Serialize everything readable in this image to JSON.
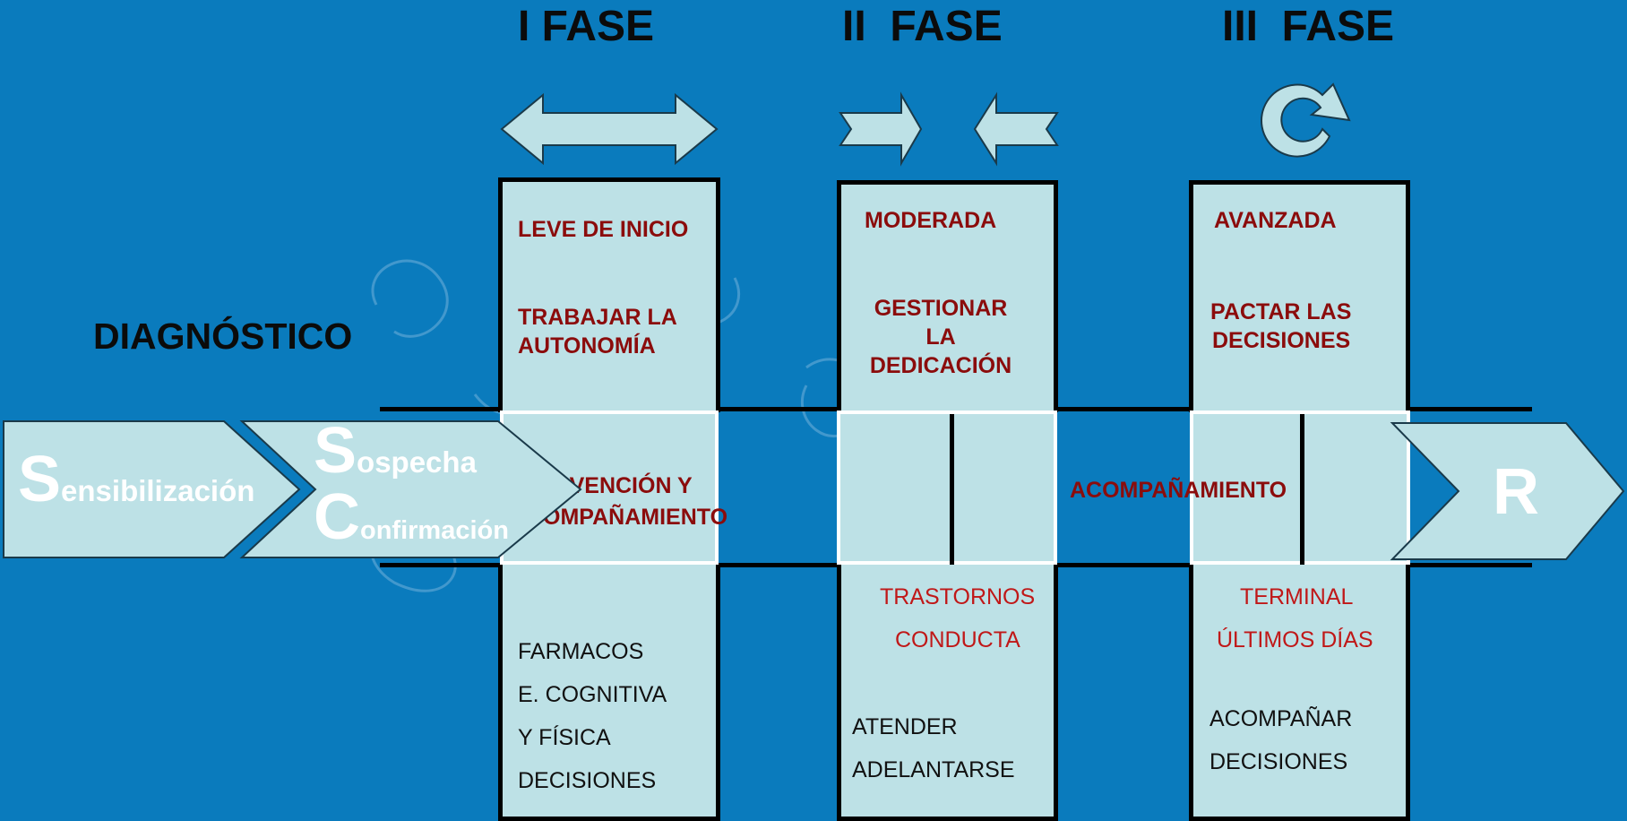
{
  "phases": [
    {
      "title": "I FASE"
    },
    {
      "title": "II  FASE"
    },
    {
      "title": "III  FASE"
    }
  ],
  "diagnostico": "DIAGNÓSTICO",
  "stages": {
    "sensibilizacion": {
      "initial": "S",
      "rest": "ensibilización"
    },
    "sospecha": {
      "initial": "S",
      "rest": "ospecha"
    },
    "confirmacion": {
      "initial": "C",
      "rest": "onfirmación"
    },
    "final": "R"
  },
  "columns": {
    "leve": {
      "level": "LEVE DE INICIO",
      "goal_line1": "TRABAJAR LA",
      "goal_line2": "AUTONOMÍA",
      "items": [
        "FARMACOS",
        "E. COGNITIVA",
        "Y FÍSICA",
        "DECISIONES"
      ]
    },
    "moderada": {
      "level": "MODERADA",
      "goal_line1": "GESTIONAR",
      "goal_line2": "LA",
      "goal_line3": "DEDICACIÓN",
      "red_line1": "TRASTORNOS",
      "red_line2": "CONDUCTA",
      "items": [
        "ATENDER",
        "ADELANTARSE"
      ]
    },
    "avanzada": {
      "level": "AVANZADA",
      "goal_line1": "PACTAR LAS",
      "goal_line2": "DECISIONES",
      "red_line1": "TERMINAL",
      "red_line2": "ÚLTIMOS DÍAS",
      "items": [
        "ACOMPAÑAR",
        "DECISIONES"
      ]
    }
  },
  "middle_band": {
    "intervencion_line1": "RVENCIÓN Y",
    "intervencion_line2": "OMPAÑAMIENTO",
    "acompanamiento": "ACOMPAÑAMIENTO"
  },
  "icons": [
    "double-arrow-icon",
    "converging-arrows-icon",
    "circular-arrow-icon"
  ],
  "colors": {
    "background": "#0a7bbd",
    "panel": "#bde1e6",
    "dark_red": "#8b0c0c",
    "red": "#c01818"
  }
}
